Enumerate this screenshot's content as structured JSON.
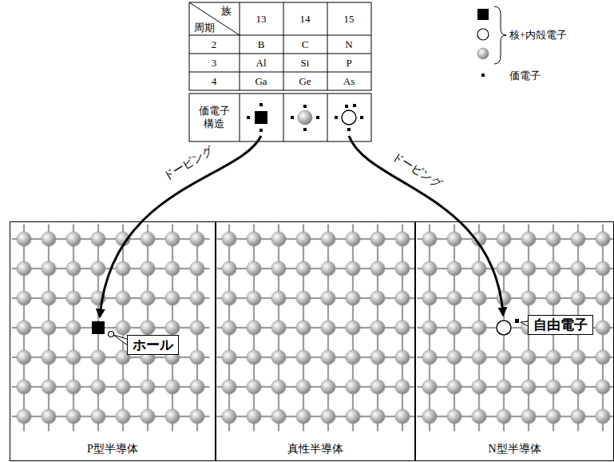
{
  "diagram": {
    "nodes": [
      {
        "text": [
          "P型半導体"
        ]
      },
      {
        "text": [
          "ホール"
        ],
        "in": 0
      },
      {
        "text": [
          "真性半導体"
        ]
      },
      {
        "text": [
          "N型半導体"
        ]
      },
      {
        "text": [
          "自由電子"
        ],
        "in": 3
      }
    ],
    "labels": [
      "族",
      "周期",
      "13",
      "14",
      "15",
      "2",
      "B",
      "C",
      "N",
      "3",
      "Al",
      "Si",
      "P",
      "4",
      "Ga",
      "Ge",
      "As",
      "価電子 構造",
      "ドーピング",
      "ドーピング"
    ],
    "legend": [
      {
        "text": "核+内殻電子"
      },
      {
        "text": "価電子"
      }
    ]
  }
}
